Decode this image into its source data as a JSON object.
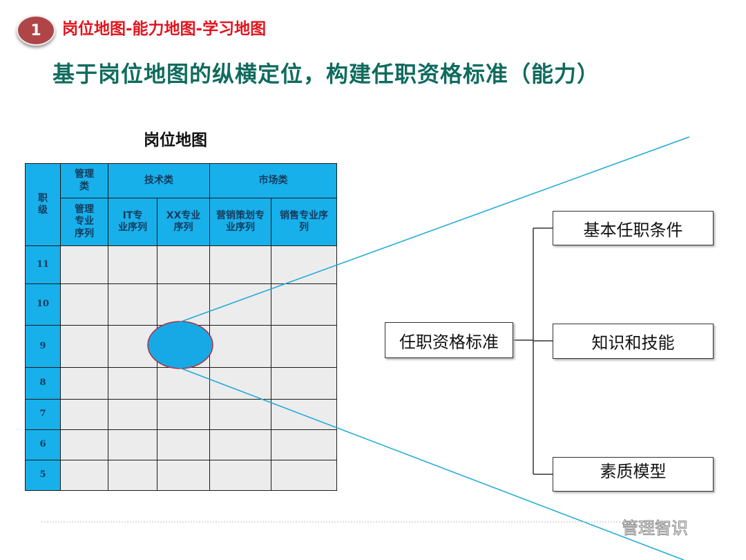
{
  "header": {
    "badge": "1",
    "section": "岗位地图-能力地图-学习地图",
    "title": "基于岗位地图的纵横定位，构建任职资格标准（能力）"
  },
  "map": {
    "title": "岗位地图",
    "level_header": "职级",
    "groups": [
      "管理类",
      "技术类",
      "市场类"
    ],
    "sequences": [
      "管理专业序列",
      "IT专业序列",
      "XX专业序列",
      "营销策划专业序列",
      "销售专业序列"
    ],
    "levels": [
      "11",
      "10",
      "9",
      "8",
      "7",
      "6",
      "5"
    ],
    "highlight": {
      "level": "9",
      "sequence": "XX专业序列"
    }
  },
  "tree": {
    "root": "任职资格标准",
    "children": [
      "基本任职条件",
      "知识和技能",
      "素质模型"
    ]
  },
  "watermark": "管理智识",
  "colors": {
    "header_blue": "#17b0ea",
    "title_green": "#0f6b5e",
    "section_red": "#e0151f",
    "line": "#1aa9d6"
  }
}
